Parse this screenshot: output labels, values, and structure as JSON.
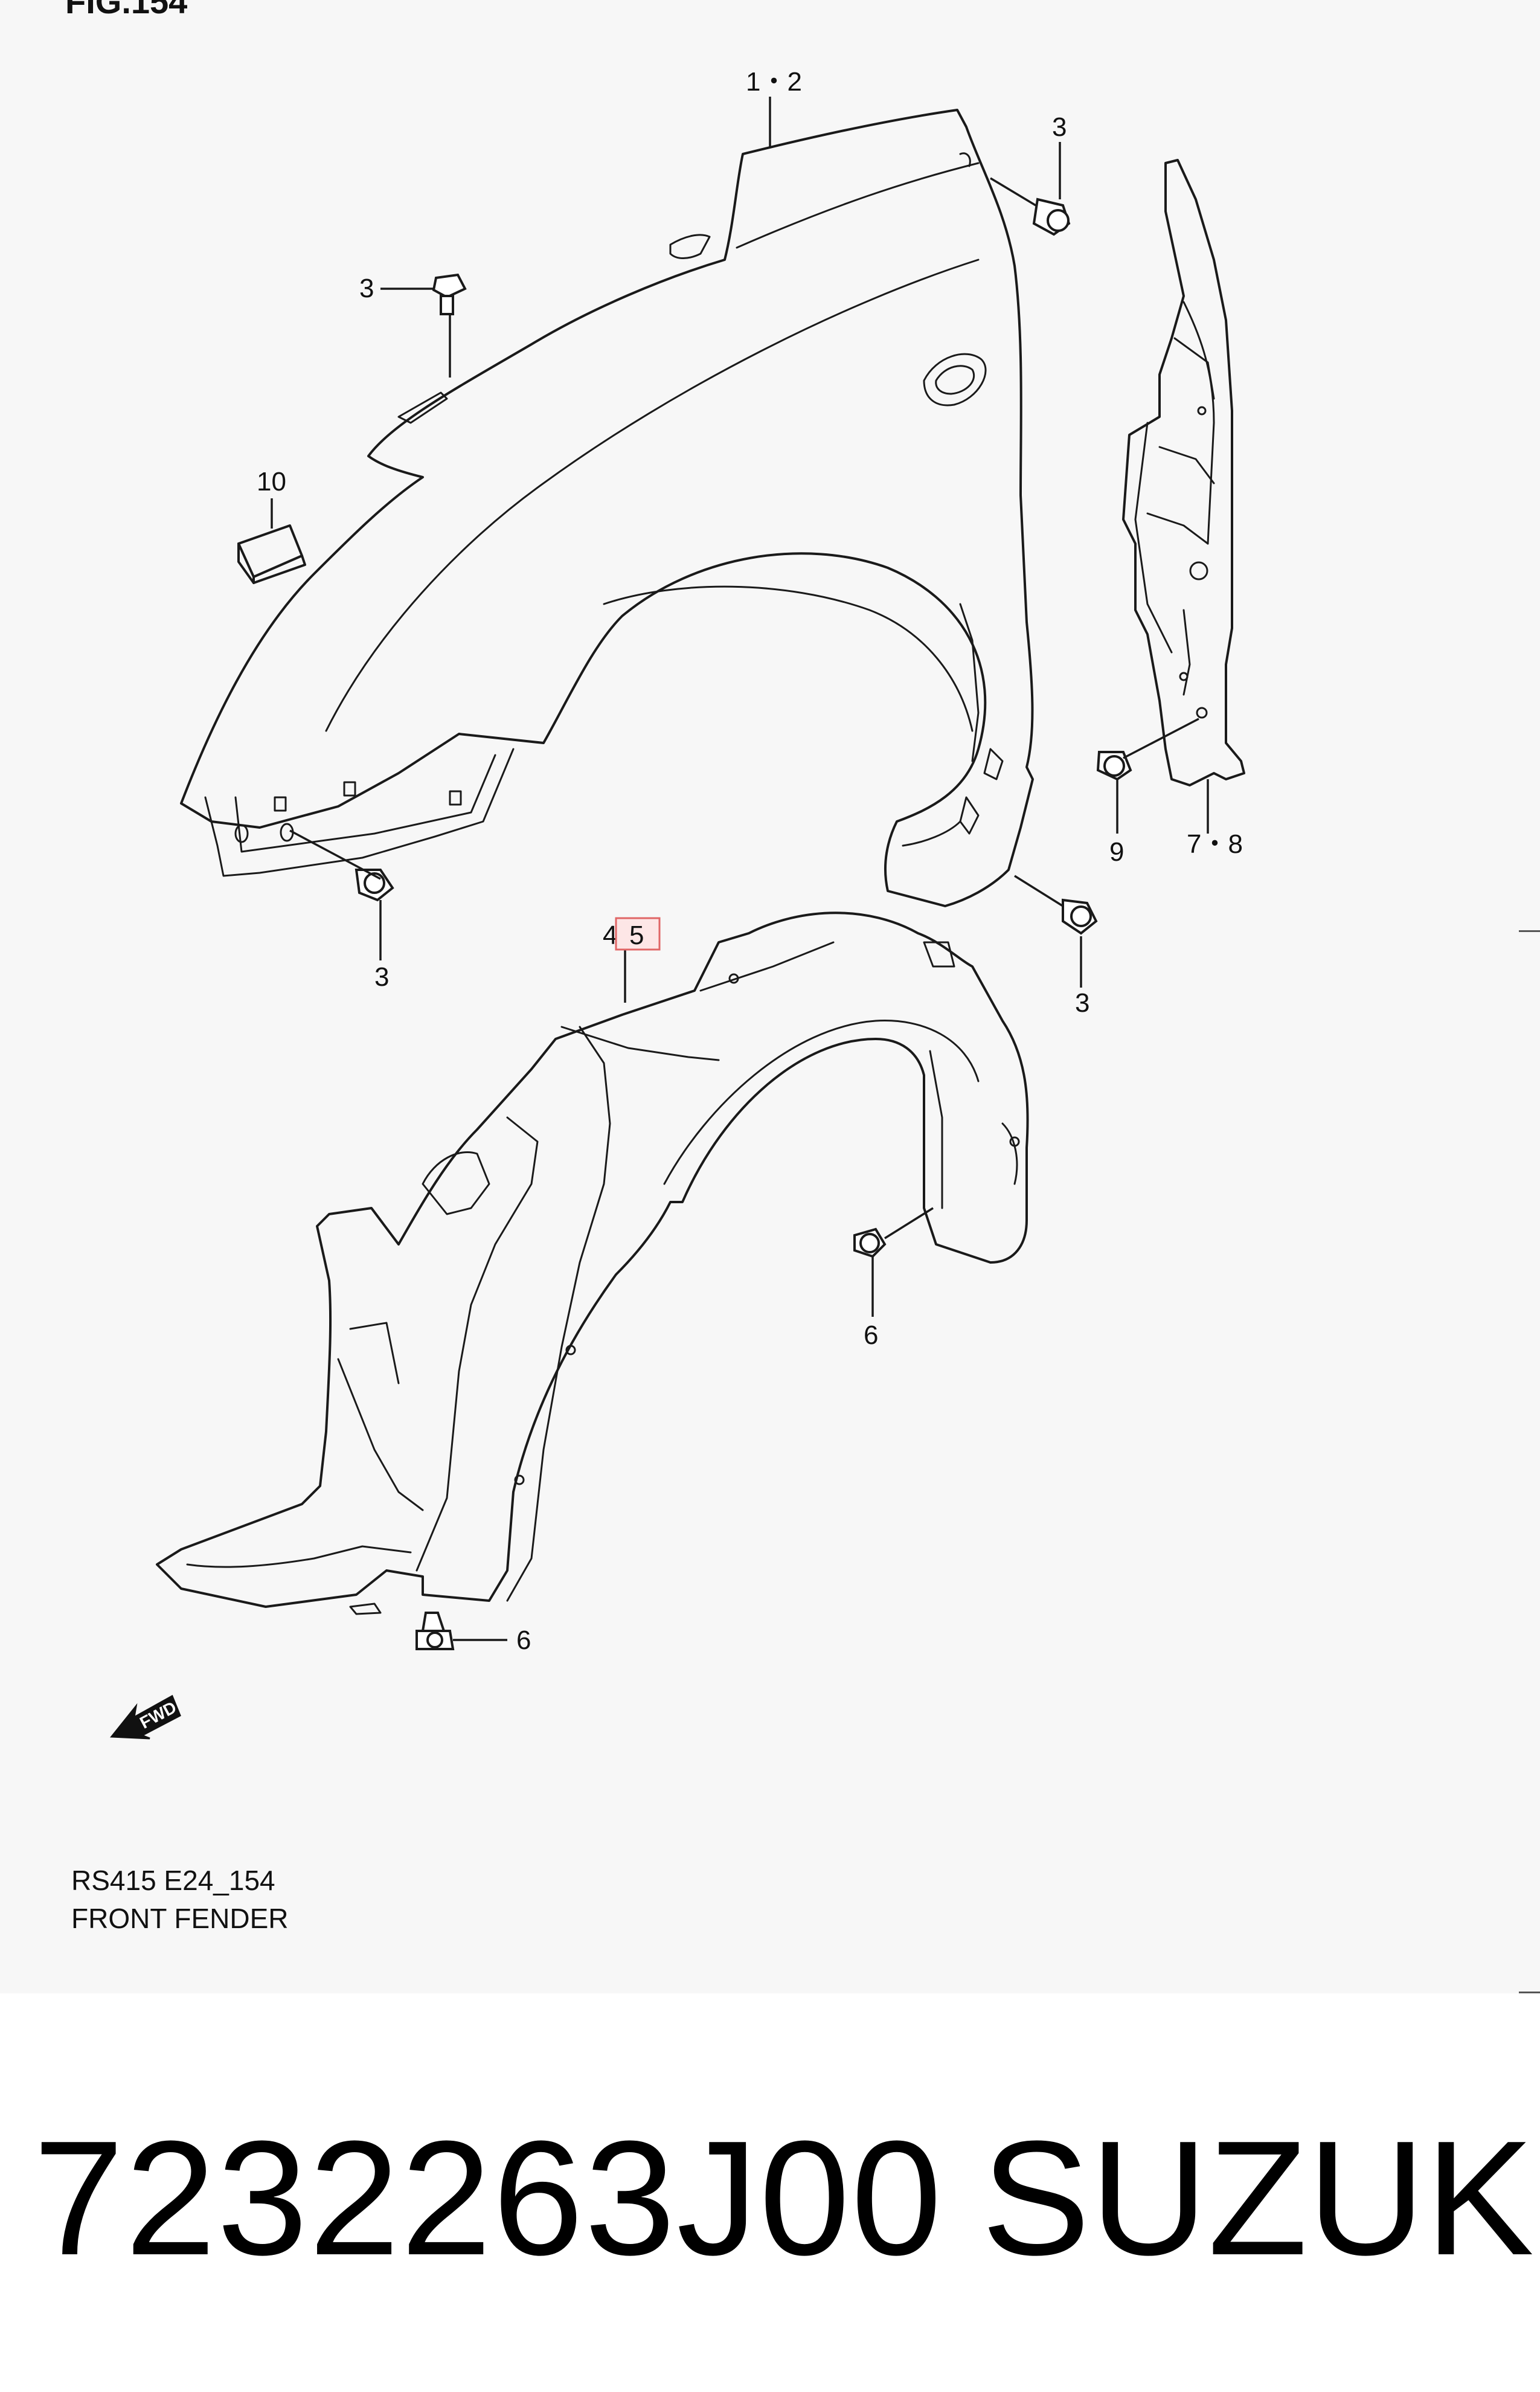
{
  "figure": {
    "label": "FIG.154"
  },
  "caption": {
    "code": "RS415 E24_154",
    "title": "FRONT FENDER"
  },
  "callouts": {
    "fender": "1・2",
    "bolt_top_right": "3",
    "bolt_top_left": "3",
    "bolt_bottom_left": "3",
    "bolt_bottom_right": "3",
    "cushion": "10",
    "liner_part": "4・",
    "liner_highlight": "5",
    "clip_right": "6",
    "clip_bottom": "6",
    "bracket": "7・8",
    "bracket_bolt": "9"
  },
  "direction_badge": "FWD",
  "footer": {
    "part_number": "7232263J00",
    "brand": "SUZUKI"
  }
}
